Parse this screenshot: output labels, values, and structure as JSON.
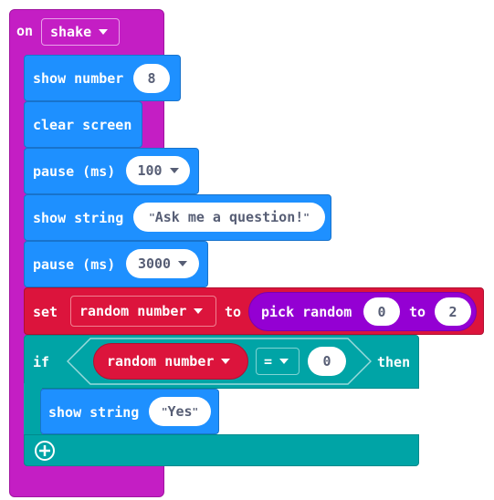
{
  "event": {
    "keyword": "on",
    "dropdown": "shake"
  },
  "blocks": {
    "show_number": {
      "label": "show number",
      "value": "8"
    },
    "clear_screen": {
      "label": "clear screen"
    },
    "pause1": {
      "label": "pause (ms)",
      "value": "100"
    },
    "show_string1": {
      "label": "show string",
      "value": "Ask me a question!"
    },
    "pause2": {
      "label": "pause (ms)",
      "value": "3000"
    },
    "set": {
      "label": "set",
      "variable": "random number",
      "to": "to",
      "func": "pick random",
      "min": "0",
      "to2": "to",
      "max": "2"
    },
    "if": {
      "label": "if",
      "variable": "random number",
      "op": "=",
      "value": "0",
      "then": "then"
    },
    "show_string2": {
      "label": "show string",
      "value": "Yes"
    }
  },
  "colors": {
    "event": "#c41ec4",
    "basic": "#1e90ff",
    "variable": "#dc143c",
    "math": "#9400d3",
    "logic": "#00a4a6"
  },
  "icons": {
    "dropdown": "triangle-down-icon",
    "add": "plus-circle-icon"
  }
}
